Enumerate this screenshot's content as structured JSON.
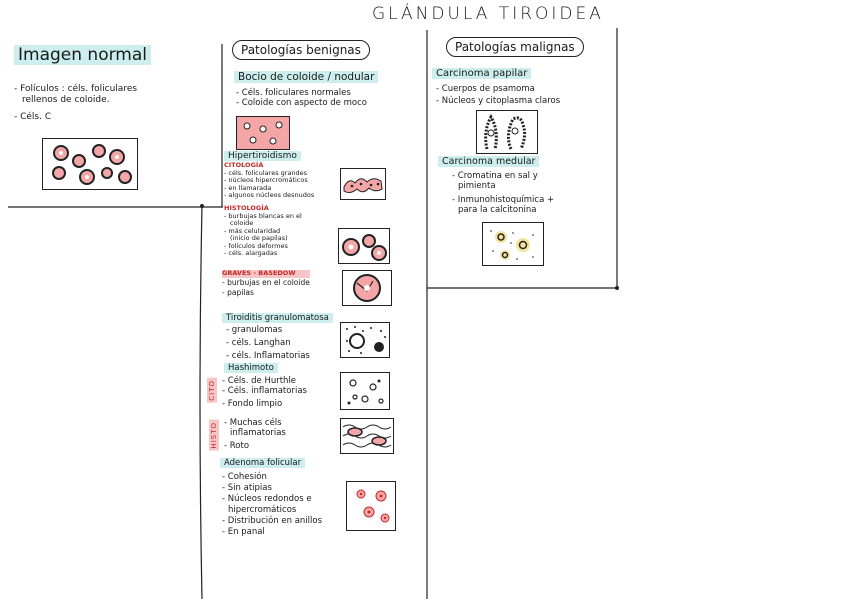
{
  "page": {
    "title": "GLÁNDULA TIROIDEA"
  },
  "normal": {
    "header": "Imagen normal",
    "items": [
      "- Folículos : céls. foliculares",
      "rellenos de coloide.",
      "- Céls. C"
    ]
  },
  "benign": {
    "header": "Patologías benignas",
    "bocio": {
      "title": "Bocio de coloide / nodular",
      "items": [
        "- Céls. foliculares normales",
        "- Coloide con aspecto de moco"
      ]
    },
    "hiper": {
      "title": "Hipertiroidismo",
      "cito_label": "CITOLOGÍA",
      "cito_items": [
        "- céls. foliculares grandes",
        "- núcleos hipercromáticos",
        "- en llamarada",
        "- algunos núcleos desnudos"
      ],
      "histo_label": "HISTOLOGÍA",
      "histo_items": [
        "- burbujas blancas en el",
        "coloide",
        "- más celularidad",
        "(inicio de papilas)",
        "- folículos deformes",
        "- céls. alargadas"
      ],
      "graves_label": "GRAVES - BASEDOW",
      "graves_items": [
        "- burbujas en el coloide",
        "- papilas"
      ]
    },
    "tiroiditis": {
      "title": "Tiroiditis granulomatosa",
      "items": [
        "- granulomas",
        "- céls. Langhan",
        "- céls. Inflamatorias"
      ]
    },
    "hashimoto": {
      "title": "Hashimoto",
      "cito_tag": "CITO",
      "cito_items": [
        "- Céls. de Hurthle",
        "- Céls. inflamatorias",
        "- Fondo limpio"
      ],
      "histo_tag": "HISTO",
      "histo_items": [
        "- Muchas céls",
        "inflamatorias",
        "- Roto"
      ]
    },
    "adenoma": {
      "title": "Adenoma folicular",
      "items": [
        "- Cohesión",
        "- Sin atipias",
        "- Núcleos redondos e",
        "hipercromáticos",
        "- Distribución en anillos",
        "- En panal"
      ]
    }
  },
  "malignant": {
    "header": "Patologías malignas",
    "papilar": {
      "title": "Carcinoma papilar",
      "items": [
        "- Cuerpos de psamoma",
        "- Núcleos y citoplasma claros"
      ]
    },
    "medular": {
      "title": "Carcinoma medular",
      "items": [
        "- Cromatina en sal y",
        "pimienta",
        "- Inmunohistoquímica +",
        "para la calcitonina"
      ]
    }
  },
  "colors": {
    "highlight_teal": "#cdeeee",
    "pink": "#f4a6a6",
    "red_text": "#c62828",
    "ink": "#1a1a1a"
  }
}
